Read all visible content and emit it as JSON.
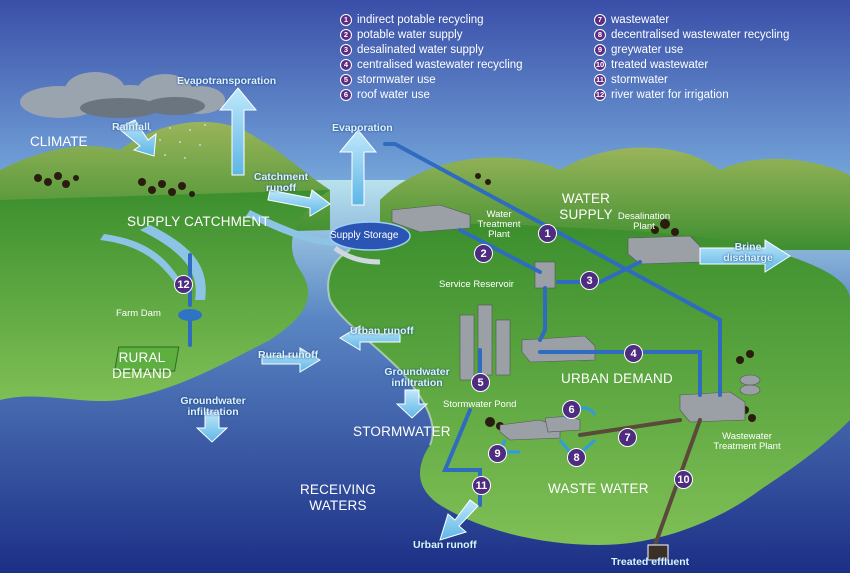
{
  "legend": {
    "left": [
      {
        "num": "1",
        "text": "indirect potable recycling"
      },
      {
        "num": "2",
        "text": "potable water supply"
      },
      {
        "num": "3",
        "text": "desalinated water supply"
      },
      {
        "num": "4",
        "text": "centralised wastewater recycling"
      },
      {
        "num": "5",
        "text": "stormwater  use"
      },
      {
        "num": "6",
        "text": "roof water use"
      }
    ],
    "right": [
      {
        "num": "7",
        "text": "wastewater"
      },
      {
        "num": "8",
        "text": "decentralised wastewater recycling"
      },
      {
        "num": "9",
        "text": "greywater use"
      },
      {
        "num": "10",
        "text": "treated  wastewater"
      },
      {
        "num": "11",
        "text": "stormwater"
      },
      {
        "num": "12",
        "text": "river water for irrigation"
      }
    ]
  },
  "regions": {
    "climate": "CLIMATE",
    "supply_catchment": "SUPPLY CATCHMENT",
    "rural_demand": "RURAL DEMAND",
    "water_supply": "WATER SUPPLY",
    "urban_demand": "URBAN DEMAND",
    "stormwater": "STORMWATER",
    "waste_water": "WASTE WATER",
    "receiving_waters": "RECEIVING WATERS"
  },
  "flows": {
    "evapotranspiration": "Evapotransporation",
    "rainfall": "Rainfall",
    "evaporation": "Evaporation",
    "catchment_runoff": "Catchment runoff",
    "urban_runoff_top": "Urban runoff",
    "rural_runoff": "Rural runoff",
    "groundwater_infiltration_left": "Groundwater infiltration",
    "groundwater_infiltration_mid": "Groundwater infiltration",
    "brine_discharge": "Brine discharge",
    "urban_runoff_bottom": "Urban runoff",
    "treated_effluent": "Treated effluent"
  },
  "facilities": {
    "supply_storage": "Supply Storage",
    "water_treatment_plant": "Water Treatment Plant",
    "desalination_plant": "Desalination Plant",
    "service_reservoir": "Service Reservoir",
    "farm_dam": "Farm Dam",
    "stormwater_pond": "Stormwater Pond",
    "wastewater_treatment_plant": "Wastewater Treatment Plant"
  },
  "badges": [
    "1",
    "2",
    "3",
    "4",
    "5",
    "6",
    "7",
    "8",
    "9",
    "10",
    "11",
    "12"
  ],
  "colors": {
    "sky_top": "#3a57b0",
    "sky_bottom": "#a9d7ee",
    "sea": "#1f3b8f",
    "land": "#3e9a3a",
    "pipe": "#2f73c5",
    "wastewater_pipe": "#5a4a3a",
    "badge": "#4e2c80"
  }
}
